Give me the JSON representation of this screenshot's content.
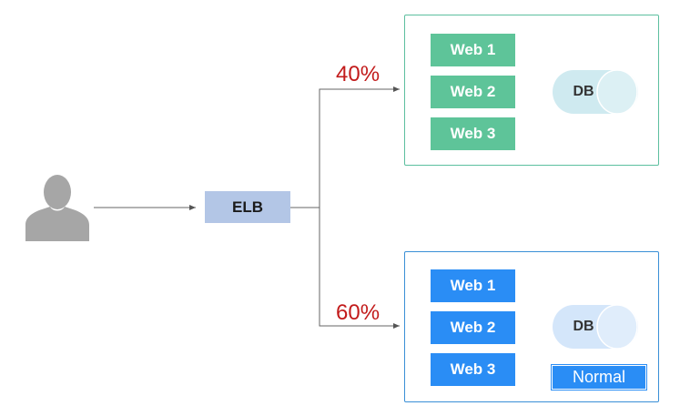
{
  "user": {
    "icon": "user-icon"
  },
  "load_balancer": {
    "label": "ELB"
  },
  "routes": [
    {
      "percent": "40%"
    },
    {
      "percent": "60%"
    }
  ],
  "groups": [
    {
      "web_servers": [
        "Web 1",
        "Web 2",
        "Web 3"
      ],
      "db_label": "DB",
      "color": "#5ec499"
    },
    {
      "web_servers": [
        "Web 1",
        "Web 2",
        "Web 3"
      ],
      "db_label": "DB",
      "status_badge": "Normal",
      "color": "#2a8df5"
    }
  ]
}
